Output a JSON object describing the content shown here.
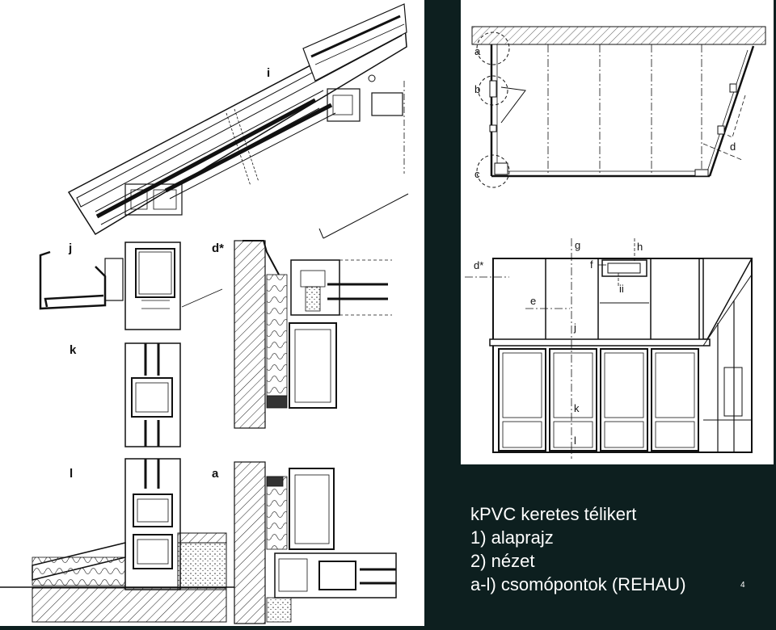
{
  "detail_labels": {
    "i": "i",
    "j": "j",
    "d_star": "d*",
    "k": "k",
    "l": "l",
    "a": "a"
  },
  "plan_labels": {
    "a": "a",
    "b": "b",
    "c": "c",
    "d": "d"
  },
  "view_labels": {
    "d_star": "d*",
    "g": "g",
    "h": "h",
    "f": "f",
    "ii": "ii",
    "e": "e",
    "j": "j",
    "k": "k",
    "l": "l"
  },
  "caption": {
    "line1": "kPVC keretes télikert",
    "line2": "1) alaprajz",
    "line3": "2) nézet",
    "line4": "a-l)  csomópontok (REHAU)"
  },
  "page_number": "4",
  "colors": {
    "background": "#0d1f1f",
    "drawing_bg": "#ffffff",
    "ink": "#111111"
  }
}
